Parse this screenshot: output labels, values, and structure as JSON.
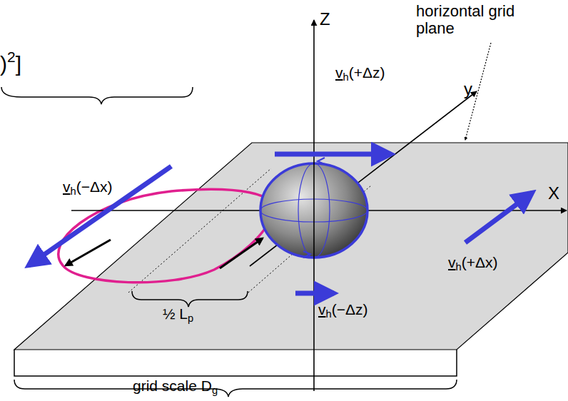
{
  "diagram": {
    "labels": [
      "horizontal grid plane",
      "Z",
      "y",
      "X",
      "vh(+Δz)",
      "vh(−Δx)",
      "vh(+Δx)",
      "vh(−Δz)",
      "½ Lp",
      "grid scale Dg",
      ")2]"
    ]
  }
}
